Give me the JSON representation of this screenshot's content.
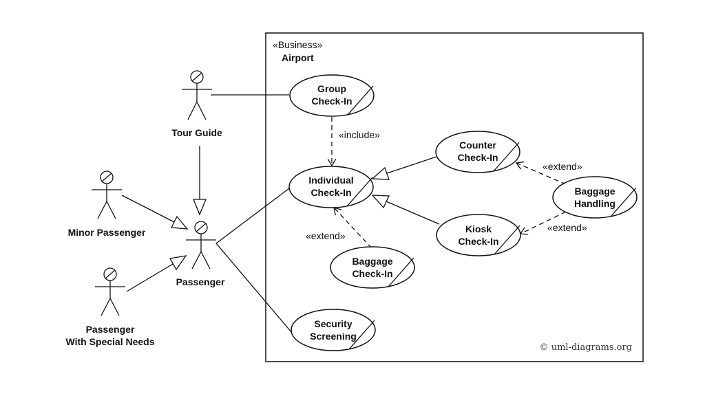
{
  "system": {
    "stereotype": "«Business»",
    "name": "Airport"
  },
  "actors": {
    "tour_guide": "Tour Guide",
    "minor_passenger": "Minor Passenger",
    "passenger": "Passenger",
    "special_needs_line1": "Passenger",
    "special_needs_line2": "With Special Needs"
  },
  "use_cases": {
    "group_checkin": [
      "Group",
      "Check-In"
    ],
    "individual_checkin": [
      "Individual",
      "Check-In"
    ],
    "counter_checkin": [
      "Counter",
      "Check-In"
    ],
    "kiosk_checkin": [
      "Kiosk",
      "Check-In"
    ],
    "baggage_handling": [
      "Baggage",
      "Handling"
    ],
    "baggage_checkin": [
      "Baggage",
      "Check-In"
    ],
    "security_screening": [
      "Security",
      "Screening"
    ]
  },
  "relations": {
    "include": "«include»",
    "extend_counter": "«extend»",
    "extend_kiosk": "«extend»",
    "extend_individual": "«extend»"
  },
  "copyright": "© uml-diagrams.org"
}
